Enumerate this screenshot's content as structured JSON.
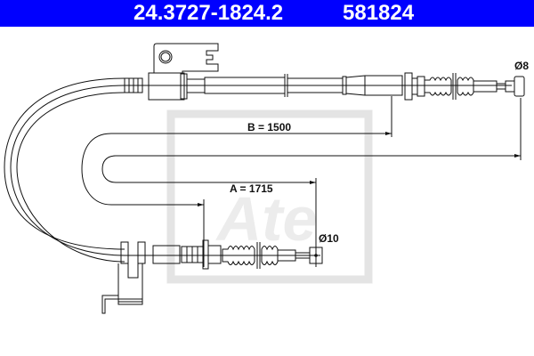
{
  "header": {
    "part_number": "24.3727-1824.2",
    "article_number": "581824",
    "background_color": "#0000ff"
  },
  "drawing": {
    "dimension_b": "B = 1500",
    "dimension_a": "A = 1715",
    "diameter_top_end": "Ø8",
    "diameter_bottom_end": "Ø10",
    "watermark": "Ate"
  }
}
